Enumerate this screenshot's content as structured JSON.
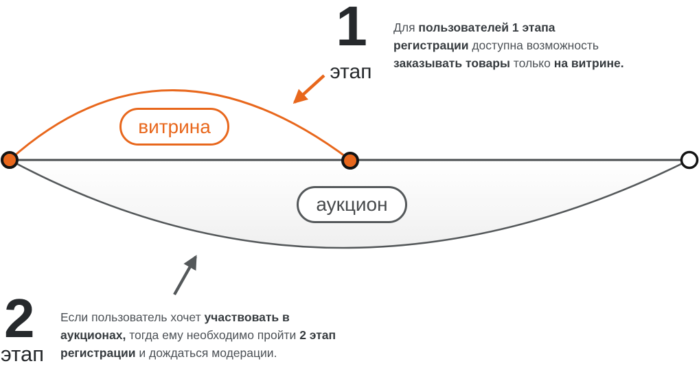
{
  "colors": {
    "accent_orange": "#e8671c",
    "line_gray": "#4a4d4f",
    "arc_gray": "#54585a",
    "node_border": "#141414",
    "node_empty_fill": "#ffffff",
    "text_dark": "#26292c"
  },
  "stages": {
    "stage1": {
      "number": "1",
      "label": "этап"
    },
    "stage2": {
      "number": "2",
      "label": "этап"
    }
  },
  "pills": {
    "showcase": "витрина",
    "auction": "аукцион"
  },
  "notes": {
    "stage1": {
      "line1": {
        "s1": "Для ",
        "s2": "пользователей 1 этапа"
      },
      "line2": {
        "s1": "регистрации",
        "s2": " доступна возможность"
      },
      "line3": {
        "s1": "заказывать товары",
        "s2": " только ",
        "s3": "на витрине."
      }
    },
    "stage2": {
      "line1": {
        "s1": "Если пользователь хочет ",
        "s2": "участвовать в"
      },
      "line2": {
        "s1": "аукционах,",
        "s2": " тогда ему необходимо пройти ",
        "s3": "2 этап"
      },
      "line3": {
        "s1": "регистрации",
        "s2": " и дождаться модерации."
      }
    }
  }
}
